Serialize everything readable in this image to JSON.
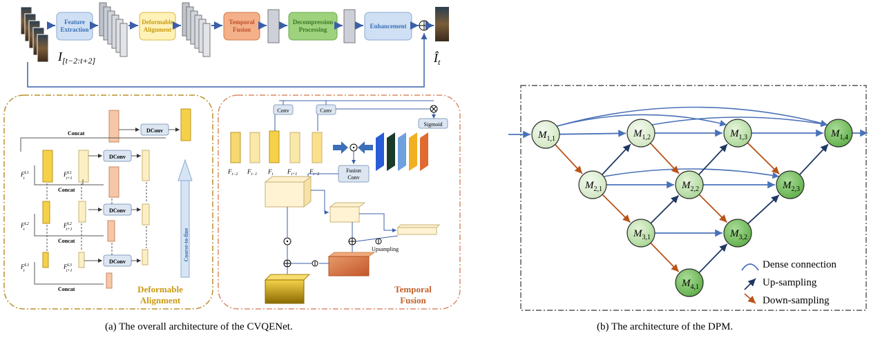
{
  "pipeline": {
    "feature_extraction": "Feature\nExtraction",
    "deformable_alignment": "Deformable\nAlignment",
    "temporal_fusion": "Temporal\nFusion",
    "decompression_processing": "Decompression\nProcessing",
    "enhancement": "Enhancement",
    "input_label": "I",
    "input_sub": "[t−2:t+2]",
    "output_label": "Î",
    "output_sub": "t"
  },
  "alignment": {
    "concat": "Concat",
    "dconv": "DConv",
    "coarse_to_fine": "Coarse-to-fine",
    "title_line1": "Deformable",
    "title_line2": "Alignment",
    "features": [
      {
        "base": "F",
        "sup": "L1",
        "sub": "t"
      },
      {
        "base": "F",
        "sup": "L1",
        "sub": "t+1"
      },
      {
        "base": "F",
        "sup": "L2",
        "sub": "t"
      },
      {
        "base": "F",
        "sup": "L2",
        "sub": "t+1"
      },
      {
        "base": "F",
        "sup": "L3",
        "sub": "t"
      },
      {
        "base": "F",
        "sup": "L3",
        "sub": "t+1"
      }
    ]
  },
  "fusion": {
    "conv": "Conv",
    "sigmoid": "Sigmoid",
    "fusion_conv_line1": "Fusion",
    "fusion_conv_line2": "Conv",
    "upsampling": "Upsampling",
    "title_line1": "Temporal",
    "title_line2": "Fusion",
    "frames": [
      "t−2",
      "t−1",
      "t",
      "t+1",
      "t+2"
    ],
    "frame_base": "F"
  },
  "dpm": {
    "nodes": [
      {
        "id": "1,1"
      },
      {
        "id": "1,2"
      },
      {
        "id": "1,3"
      },
      {
        "id": "1,4"
      },
      {
        "id": "2,1"
      },
      {
        "id": "2,2"
      },
      {
        "id": "2,3"
      },
      {
        "id": "3,1"
      },
      {
        "id": "3,2"
      },
      {
        "id": "4,1"
      }
    ],
    "legend": {
      "dense": "Dense connection",
      "up": "Up-sampling",
      "down": "Down-sampling"
    },
    "colors": {
      "dense": "#4a72b8",
      "up": "#1f3763",
      "down": "#b8541a",
      "node_light": "#e1efd6",
      "node_dark": "#7fc46a"
    }
  },
  "captions": {
    "a": "(a)  The overall architecture of the CVQENet.",
    "b": "(b)  The architecture of the DPM."
  }
}
